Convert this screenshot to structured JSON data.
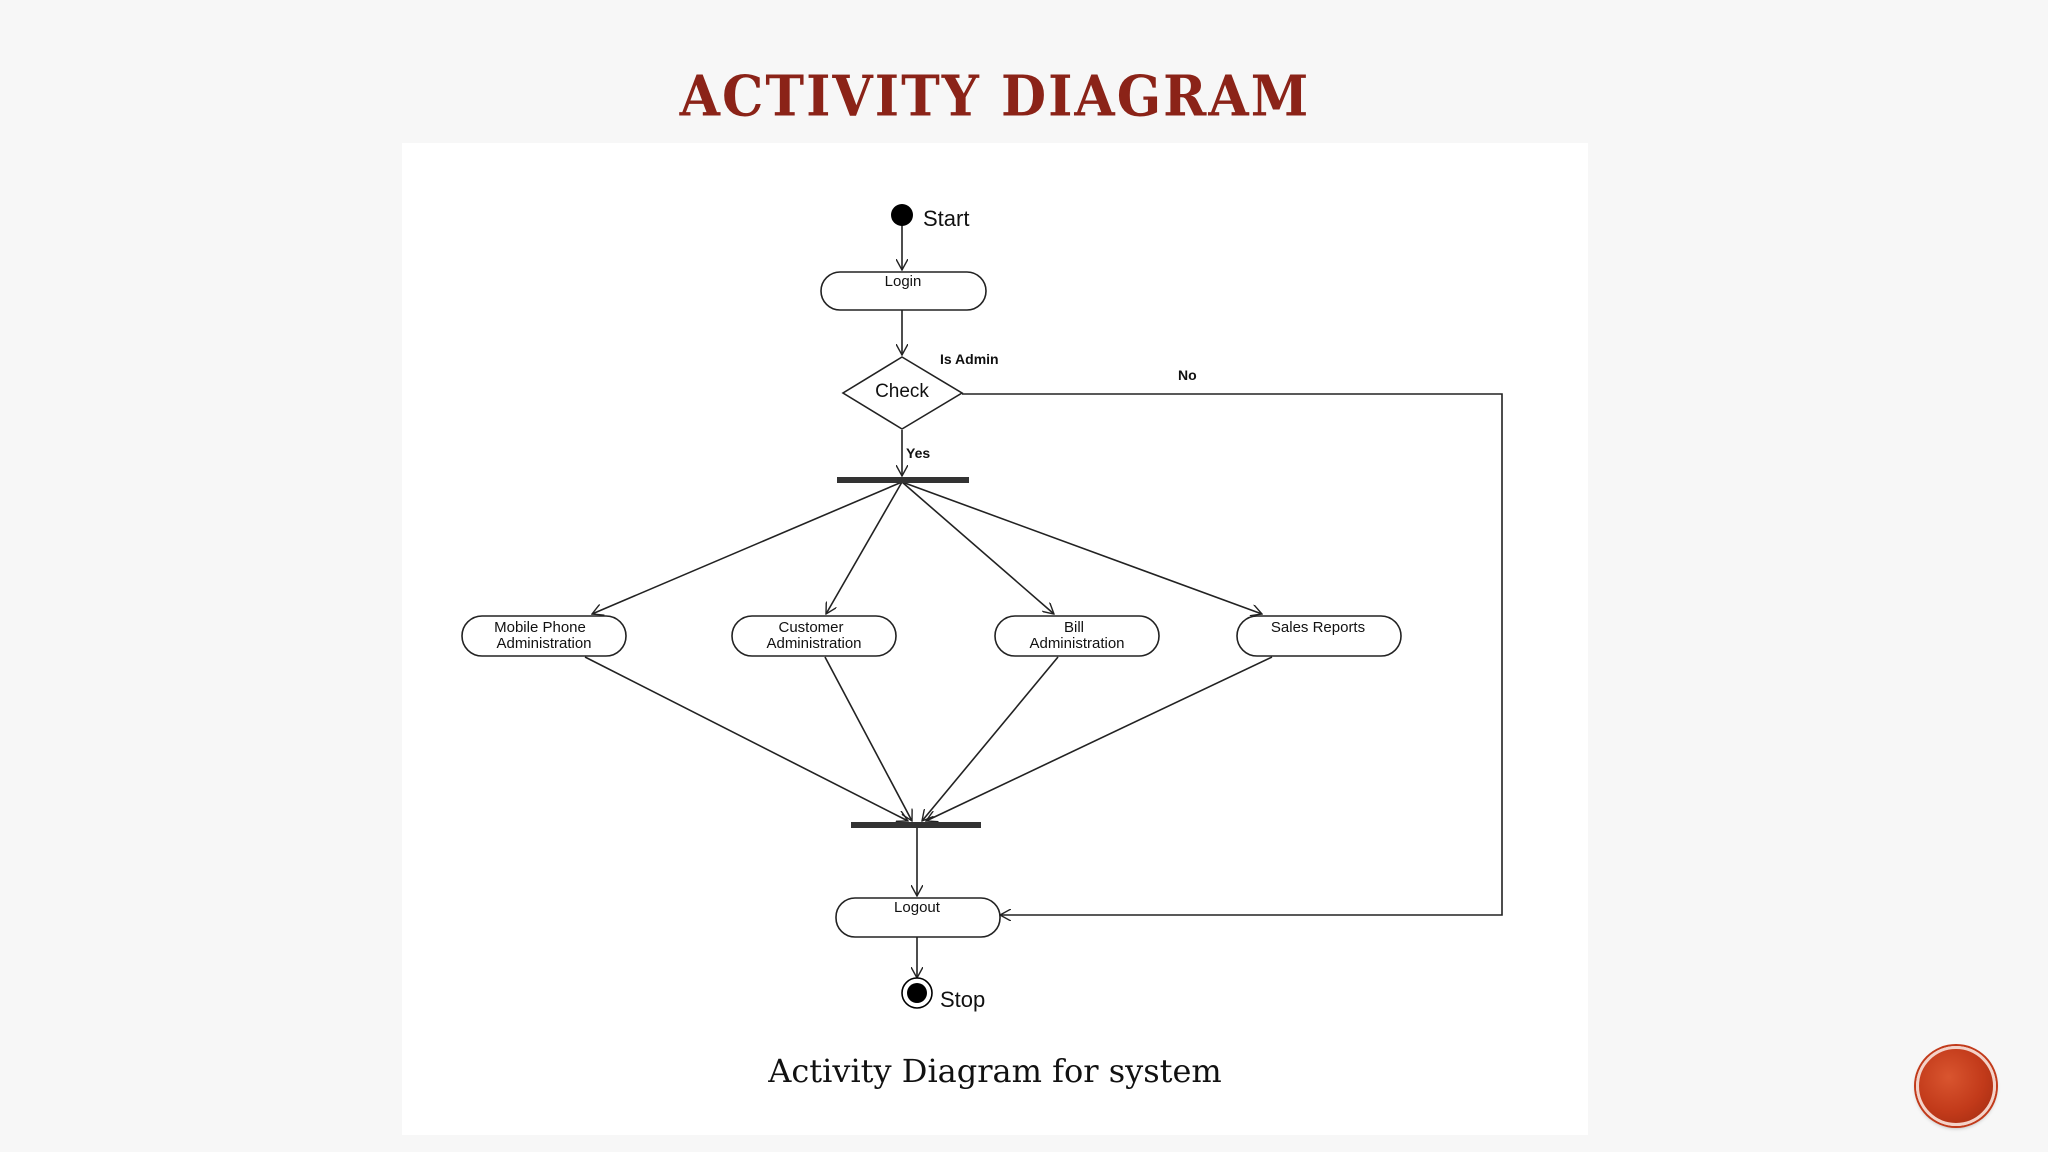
{
  "slide": {
    "title": "ACTIVITY DIAGRAM",
    "caption": "Activity Diagram for system"
  },
  "diagram": {
    "start_label": "Start",
    "stop_label": "Stop",
    "login": "Login",
    "check": "Check",
    "decision_label": "Is Admin",
    "yes_label": "Yes",
    "no_label": "No",
    "activities": [
      {
        "line1": "Mobile Phone",
        "line2": "Administration"
      },
      {
        "line1": "Customer",
        "line2": "Administration"
      },
      {
        "line1": "Bill",
        "line2": "Administration"
      },
      {
        "line1": "Sales Reports",
        "line2": ""
      }
    ],
    "logout": "Logout"
  },
  "colors": {
    "title": "#8b2318",
    "accent_button": "#c23a1a"
  }
}
